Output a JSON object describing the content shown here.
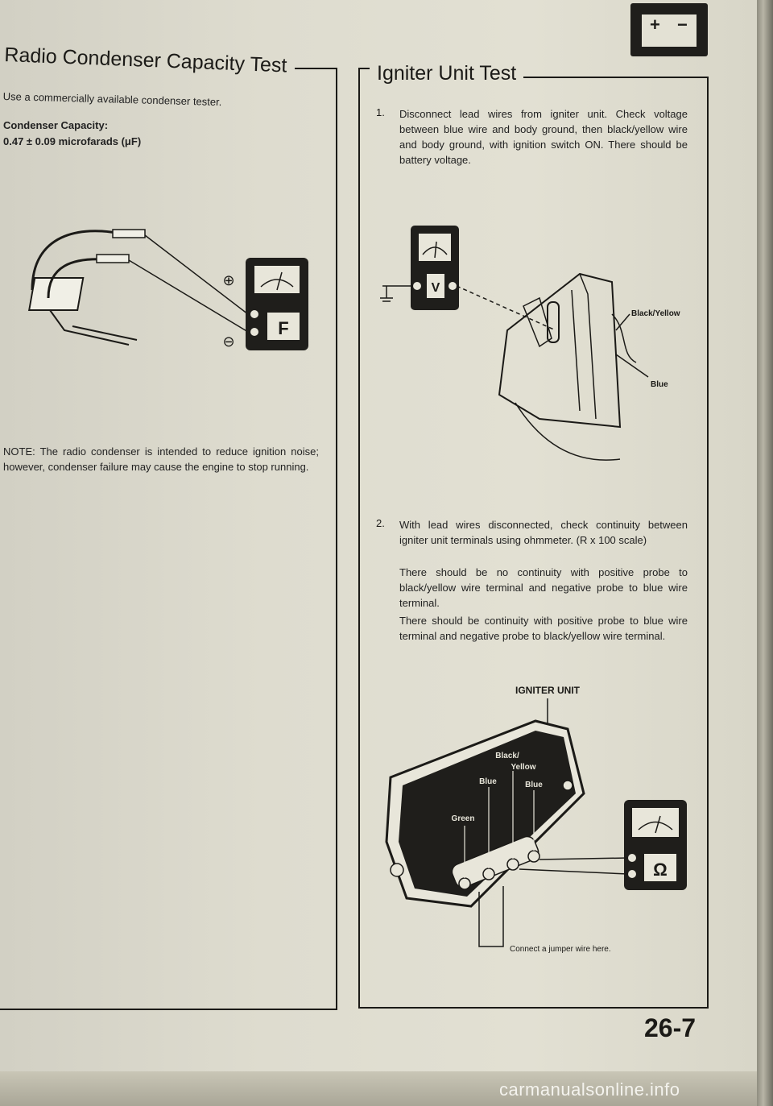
{
  "left": {
    "title": "Radio Condenser Capacity Test",
    "intro": "Use a commercially available condenser tester.",
    "spec_label": "Condenser Capacity:",
    "spec_value": "0.47 ± 0.09 microfarads (μF)",
    "meter_letter": "F",
    "plus_symbol": "⊕",
    "minus_symbol": "⊖",
    "note": "NOTE: The radio condenser is intended to reduce ignition noise; however, condenser failure may cause the engine to stop running."
  },
  "right": {
    "title": "Igniter Unit Test",
    "step1_num": "1.",
    "step1_text": "Disconnect lead wires from igniter unit. Check voltage between blue wire and body ground, then black/yellow wire and body ground, with ignition switch ON. There should be battery voltage.",
    "fig1": {
      "meter_letter": "V",
      "label_black_yellow": "Black/Yellow",
      "label_blue": "Blue"
    },
    "step2_num": "2.",
    "step2_p1": "With lead wires disconnected, check continuity between igniter unit terminals using ohmmeter. (R x 100 scale)",
    "step2_p2": "There should be no continuity with positive probe to black/yellow wire terminal and negative probe to blue wire terminal.",
    "step2_p3": "There should be continuity with positive probe to blue wire terminal and negative probe to black/yellow wire terminal.",
    "fig2": {
      "title": "IGNITER UNIT",
      "label_black": "Black/",
      "label_yellow": "Yellow",
      "label_blue_left": "Blue",
      "label_blue_right": "Blue",
      "label_green": "Green",
      "meter_letter": "Ω",
      "caption": "Connect a jumper wire here."
    }
  },
  "page_number": "26-7",
  "watermark": "carmanualsonline.info"
}
